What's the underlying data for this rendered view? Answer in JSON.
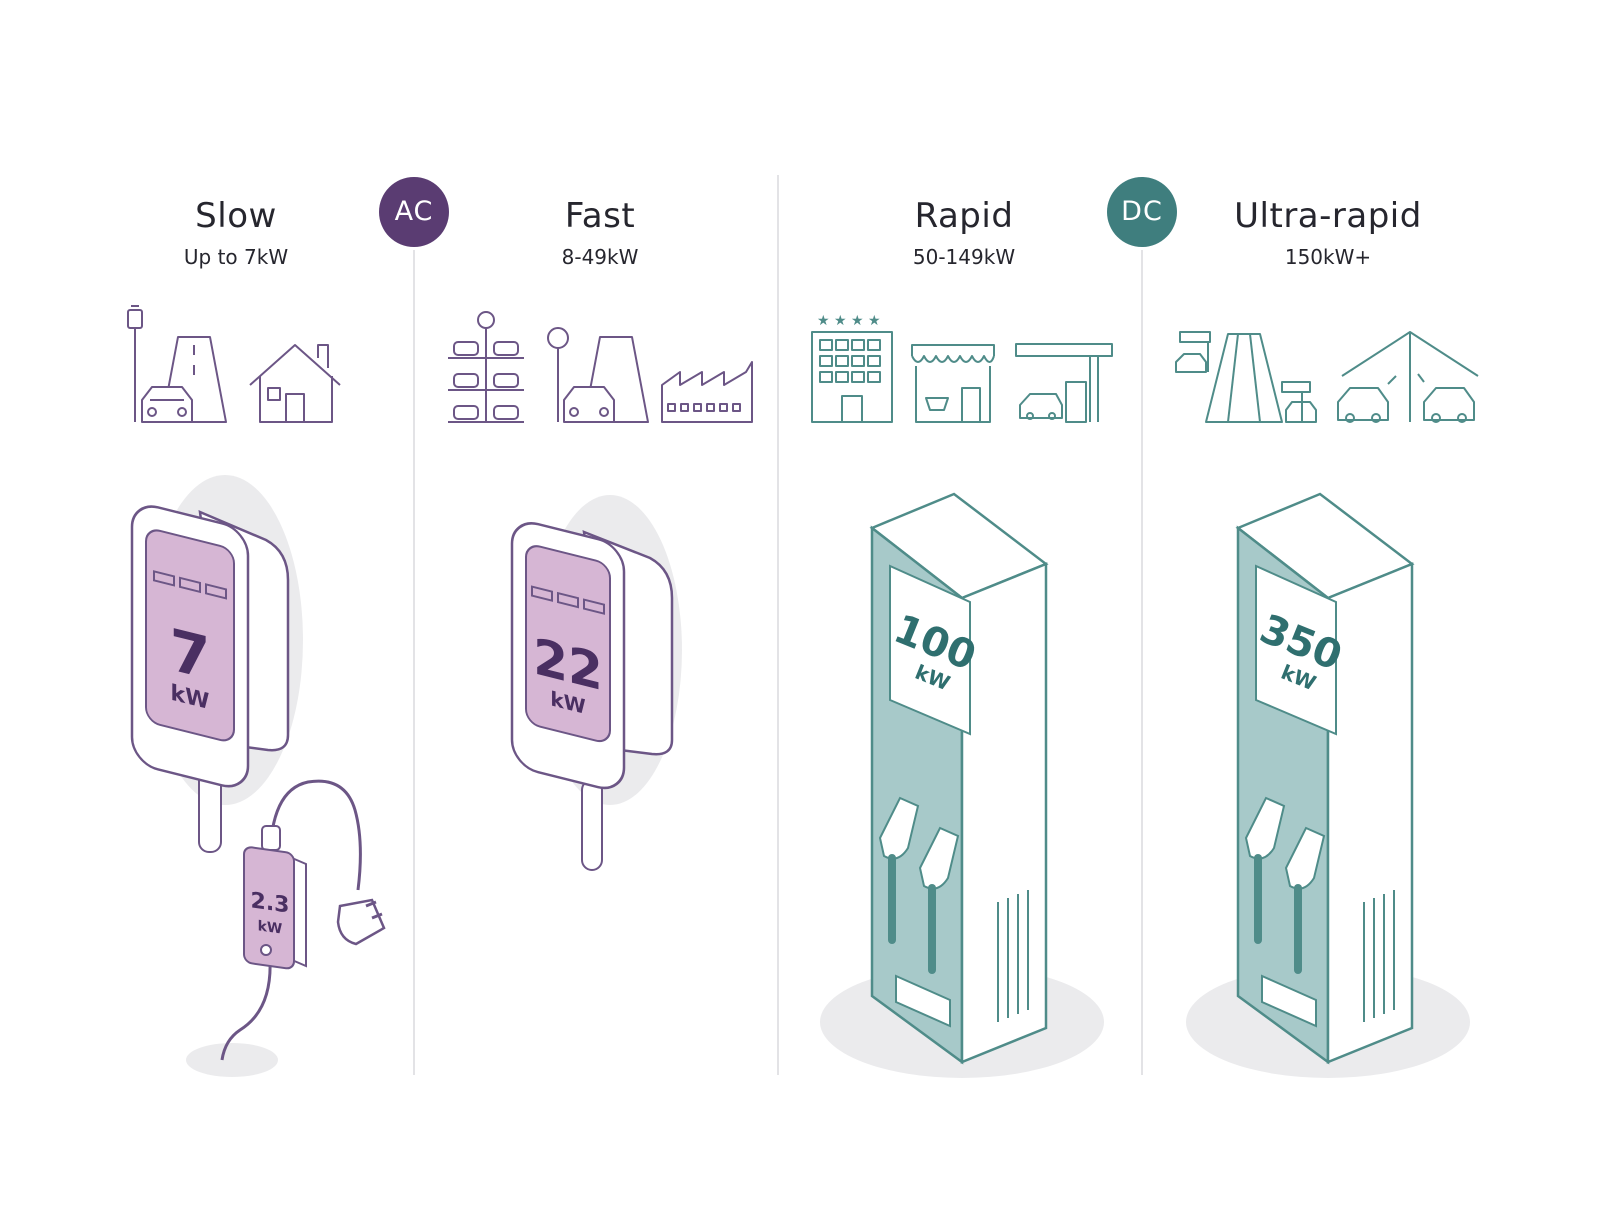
{
  "colors": {
    "ac": "#5a3c72",
    "dc": "#3f7e7e",
    "ac_line": "#6c5686",
    "ac_fill": "#d6b6d4",
    "dc_line": "#4f8c89",
    "dc_fill": "#a7c9c9",
    "shadow": "#ebebed",
    "divider": "#e3e3e6"
  },
  "badges": [
    {
      "label": "AC",
      "color": "#5a3c72"
    },
    {
      "label": "DC",
      "color": "#3f7e7e"
    }
  ],
  "columns": [
    {
      "title": "Slow",
      "range": "Up to 7kW",
      "icons": [
        "street-lamp-icon",
        "road-with-car-icon",
        "house-icon"
      ],
      "charger": {
        "kind": "wallbox",
        "power": "7",
        "unit": "kW"
      },
      "portable": {
        "power": "2.3",
        "unit": "kW"
      }
    },
    {
      "title": "Fast",
      "range": "8-49kW",
      "icons": [
        "car-park-icon",
        "parking-road-car-icon",
        "factory-icon"
      ],
      "charger": {
        "kind": "wallbox",
        "power": "22",
        "unit": "kW"
      }
    },
    {
      "title": "Rapid",
      "range": "50-149kW",
      "icons": [
        "hotel-icon",
        "supermarket-icon",
        "fuel-station-icon"
      ],
      "charger": {
        "kind": "pillar",
        "power": "100",
        "unit": "kW"
      }
    },
    {
      "title": "Ultra-rapid",
      "range": "150kW+",
      "icons": [
        "motorway-services-icon",
        "charging-hub-canopy-icon"
      ],
      "charger": {
        "kind": "pillar",
        "power": "350",
        "unit": "kW"
      }
    }
  ]
}
